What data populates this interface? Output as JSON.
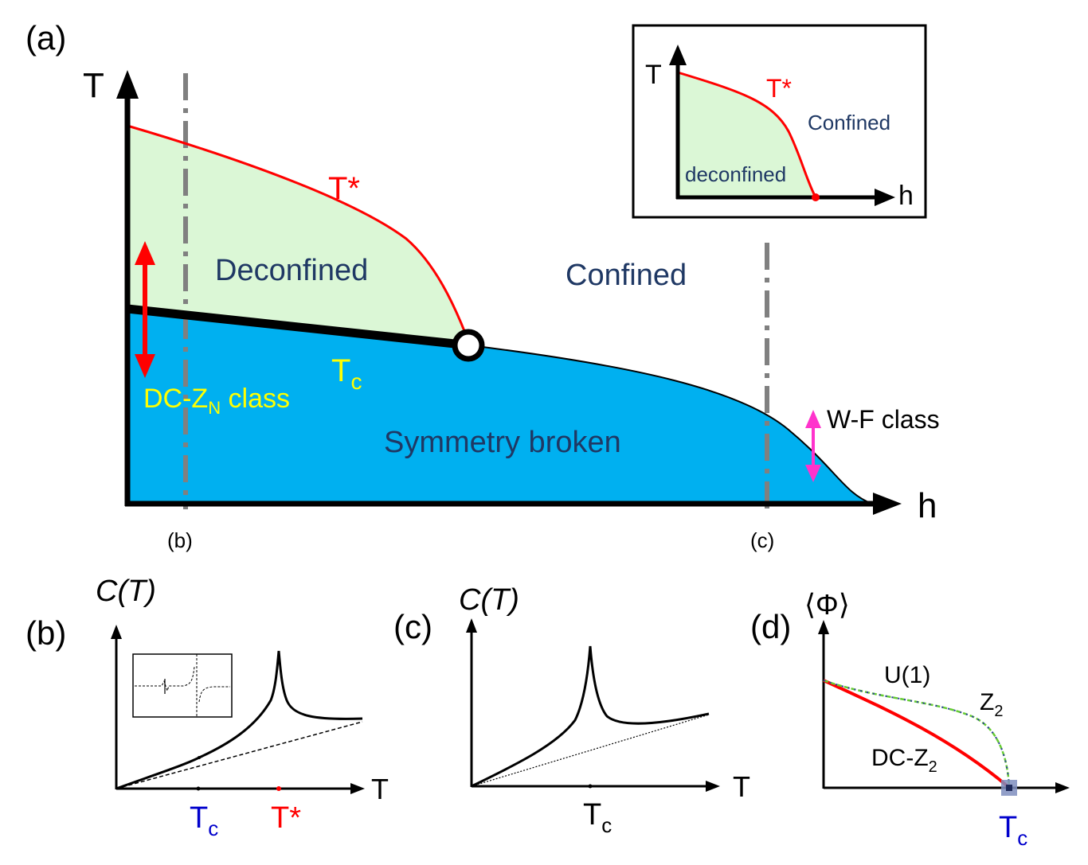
{
  "panel_a": {
    "label": "(a)",
    "y_axis": "T",
    "x_axis": "h",
    "deconfined": "Deconfined",
    "confined": "Confined",
    "symmetry_broken": "Symmetry broken",
    "t_star": "T*",
    "t_c_main": "T",
    "t_c_sub": "c",
    "dc_pre": "DC-Z",
    "dc_sub": "N",
    "dc_post": " class",
    "wf": "W-F class",
    "cut_b": "(b)",
    "cut_c": "(c)",
    "colors": {
      "deconfined": "#dbf7d6",
      "broken": "#00b0f0",
      "red": "#ff0000",
      "magenta": "#ff33cc",
      "navy": "#1f3864",
      "yellow": "#ffff00",
      "gray": "#808080"
    }
  },
  "inset_a": {
    "y_axis": "T",
    "x_axis": "h",
    "t_star": "T*",
    "confined": "Confined",
    "deconfined": "deconfined"
  },
  "panel_b": {
    "label": "(b)",
    "y_axis": "C(T)",
    "x_axis": "T",
    "tc_main": "T",
    "tc_sub": "c",
    "t_star": "T*"
  },
  "panel_c": {
    "label": "(c)",
    "y_axis": "C(T)",
    "x_axis": "T",
    "tc_main": "T",
    "tc_sub": "c"
  },
  "panel_d": {
    "label": "(d)",
    "y_axis": "⟨Φ⟩",
    "u1": "U(1)",
    "z2_main": "Z",
    "z2_sub": "2",
    "dc_main": "DC-Z",
    "dc_sub": "2",
    "tc_main": "T",
    "tc_sub": "c"
  }
}
